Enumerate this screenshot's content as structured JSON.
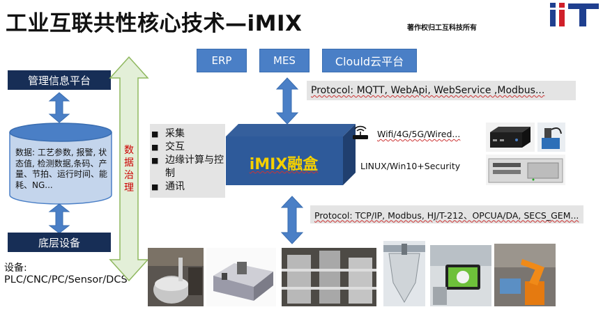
{
  "header": {
    "title": "工业互联共性核心技术—iMIX",
    "copyright": "著作权归工互科技所有",
    "logo_text": "iiT"
  },
  "top_systems": [
    "ERP",
    "MES",
    "Clould云平台"
  ],
  "left_stack": {
    "mgmt_platform": "管理信息平台",
    "database_text": "数据: 工艺参数, 报警, 状态值, 检测数据,条码、产量、节拍、运行时间、能耗、NG...",
    "base_device": "底层设备",
    "devices_label": "设备:",
    "devices_list": "PLC/CNC/PC/Sensor/DCS"
  },
  "governance_arrow": {
    "label": "数据治理"
  },
  "functions": [
    "采集",
    "交互",
    "边缘计算与控制",
    "通讯"
  ],
  "center_box": {
    "label": "iMIX融盒",
    "wireless": "Wifi/4G/5G/Wired...",
    "os": "LINUX/Win10+Security"
  },
  "protocols": {
    "upper": "Protocol: MQTT, WebApi, WebService ,Modbus...",
    "lower": "Protocol: TCP/IP, Modbus, HJ/T-212、OPCUA/DA, SECS_GEM..."
  },
  "icons": {
    "wifi_router": "router-icon",
    "logo": "iit-logo"
  },
  "colors": {
    "navy": "#172e56",
    "blue": "#4a7fc6",
    "arrow_green": "#e3efd8",
    "text_red": "#cc0000"
  }
}
